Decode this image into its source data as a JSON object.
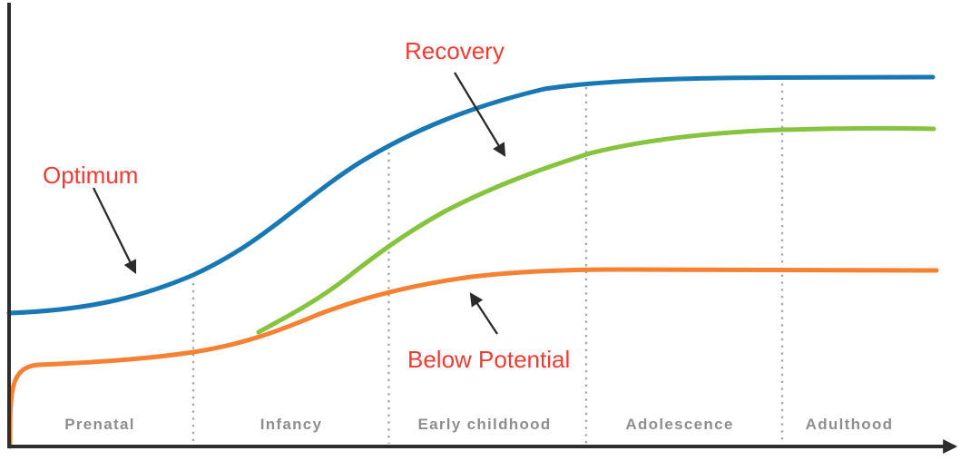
{
  "figure": {
    "background": "#ffffff",
    "axis_color": "#2d2d2d",
    "divider_color": "#a9a9a9",
    "stage_label_color": "#8e8e92",
    "annotation_color": "#f23b33"
  },
  "annotations": {
    "optimum": {
      "label": "Optimum"
    },
    "recovery": {
      "label": "Recovery"
    },
    "below_potential": {
      "label": "Below Potential"
    }
  },
  "axis": {
    "stage_labels": [
      "Prenatal",
      "Infancy",
      "Early childhood",
      "Adolescence",
      "Adulthood"
    ]
  },
  "chart_data": {
    "type": "line",
    "title": "",
    "xlabel": "",
    "ylabel": "",
    "x_categories": [
      "Prenatal",
      "Infancy",
      "Early childhood",
      "Adolescence",
      "Adulthood"
    ],
    "x_axis": "life stages separated by vertical dotted lines; x axis ends in right-pointing arrow",
    "y_axis": "unlabeled developmental level, 0-100 relative scale",
    "grid": "off",
    "legend": "none; curves identified by red arrowed annotations",
    "samples_at": [
      "axis start",
      "Prenatal/Infancy boundary",
      "Infancy/Early childhood boundary",
      "Early childhood/Adolescence boundary",
      "Adolescence/Adulthood boundary",
      "curve end"
    ],
    "series": [
      {
        "name": "Optimum",
        "color": "#1878b4",
        "shape": "sigmoid rising from ~33 to plateau ~90 by early childhood",
        "values": [
          33,
          42,
          73,
          88,
          90,
          90
        ]
      },
      {
        "name": "Recovery",
        "color": "#86c440",
        "shape": "branches upward off Below Potential curve mid-Infancy (~28), rises to plateau ~77",
        "values": [
          null,
          null,
          48,
          71,
          77,
          77
        ],
        "branch_point": {
          "stage": "mid-Infancy",
          "value": 28
        }
      },
      {
        "name": "Below Potential",
        "color": "#f58233",
        "shape": "starts at 0 on y-axis (vertical segment), flat ~20 in Prenatal, gentle rise, plateau ~43 from early childhood on",
        "values": [
          20,
          23,
          37,
          43,
          43,
          43
        ]
      }
    ],
    "annotations": [
      {
        "text": "Optimum",
        "color": "#f23b33",
        "arrow_points_to": "blue curve, late Prenatal"
      },
      {
        "text": "Recovery",
        "color": "#f23b33",
        "arrow_points_to": "green curve, mid Early childhood"
      },
      {
        "text": "Below Potential",
        "color": "#f23b33",
        "arrow_points_to": "orange curve, mid Early childhood"
      }
    ]
  }
}
